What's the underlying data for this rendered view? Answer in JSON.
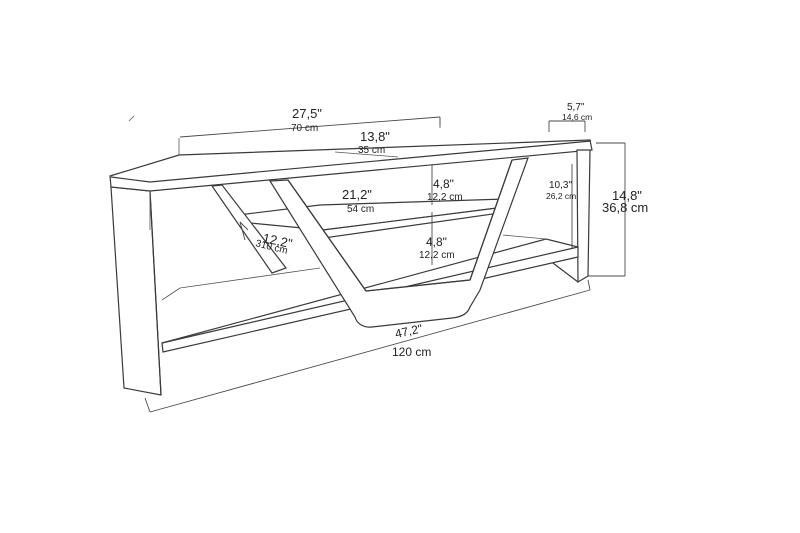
{
  "dimensions": {
    "depth_top": {
      "inch": "27,5\"",
      "cm": "70 cm"
    },
    "top_width": {
      "inch": "13,8\"",
      "cm": "35 cm"
    },
    "side_width": {
      "inch": "5,7\"",
      "cm": "14,6 cm"
    },
    "inner_width": {
      "inch": "21,2\"",
      "cm": "54 cm"
    },
    "upper_gap": {
      "inch": "4,8\"",
      "cm": "12,2 cm"
    },
    "lower_gap": {
      "inch": "4,8\"",
      "cm": "12,2 cm"
    },
    "drawer_depth": {
      "inch": "12,2\"",
      "cm": "310 cm"
    },
    "inner_height": {
      "inch": "10,3\"",
      "cm": "26,2 cm"
    },
    "total_height": {
      "inch": "14,8\"",
      "cm": "36,8 cm"
    },
    "total_width": {
      "inch": "47,2\"",
      "cm": "120 cm"
    }
  }
}
